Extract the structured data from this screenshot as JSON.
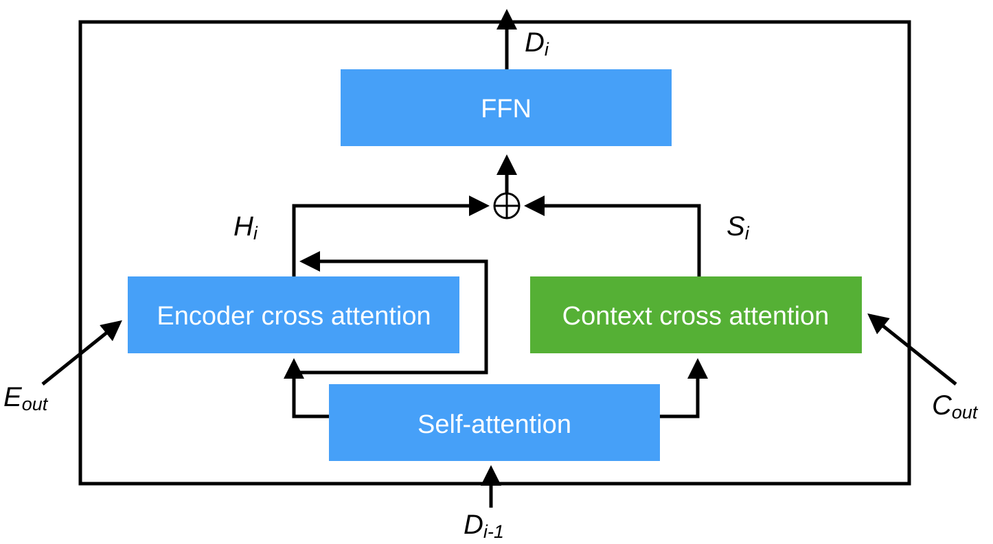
{
  "colors": {
    "blue_box": "#46a0f8",
    "green_box": "#55b035",
    "stroke": "#000000",
    "text_on_box": "#ffffff"
  },
  "boxes": {
    "ffn": "FFN",
    "encoder_cross_attention": "Encoder cross attention",
    "context_cross_attention": "Context cross attention",
    "self_attention": "Self-attention"
  },
  "labels": {
    "d_i": {
      "base": "D",
      "sub": "i"
    },
    "h_i": {
      "base": "H",
      "sub": "i"
    },
    "s_i": {
      "base": "S",
      "sub": "i"
    },
    "e_out": {
      "base": "E",
      "sub": "out"
    },
    "c_out": {
      "base": "C",
      "sub": "out"
    },
    "d_i_minus_1": {
      "base": "D",
      "sub": "i-1"
    }
  },
  "icons": {
    "sum_node": "circle-plus-icon"
  }
}
